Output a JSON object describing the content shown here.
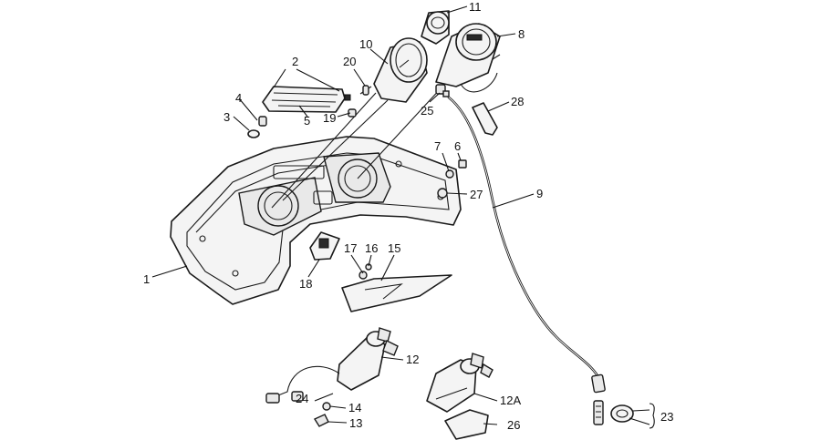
{
  "labels": [
    {
      "id": "1",
      "text": "1"
    },
    {
      "id": "2",
      "text": "2"
    },
    {
      "id": "3",
      "text": "3"
    },
    {
      "id": "4",
      "text": "4"
    },
    {
      "id": "5",
      "text": "5"
    },
    {
      "id": "6",
      "text": "6"
    },
    {
      "id": "7",
      "text": "7"
    },
    {
      "id": "8",
      "text": "8"
    },
    {
      "id": "9",
      "text": "9"
    },
    {
      "id": "10",
      "text": "10"
    },
    {
      "id": "11",
      "text": "11"
    },
    {
      "id": "12",
      "text": "12"
    },
    {
      "id": "12A",
      "text": "12A"
    },
    {
      "id": "13",
      "text": "13"
    },
    {
      "id": "14",
      "text": "14"
    },
    {
      "id": "15",
      "text": "15"
    },
    {
      "id": "16",
      "text": "16"
    },
    {
      "id": "17",
      "text": "17"
    },
    {
      "id": "18",
      "text": "18"
    },
    {
      "id": "19",
      "text": "19"
    },
    {
      "id": "20",
      "text": "20"
    },
    {
      "id": "23",
      "text": "23"
    },
    {
      "id": "24",
      "text": "24"
    },
    {
      "id": "25",
      "text": "25"
    },
    {
      "id": "26",
      "text": "26"
    },
    {
      "id": "27",
      "text": "27"
    },
    {
      "id": "28",
      "text": "28"
    }
  ]
}
